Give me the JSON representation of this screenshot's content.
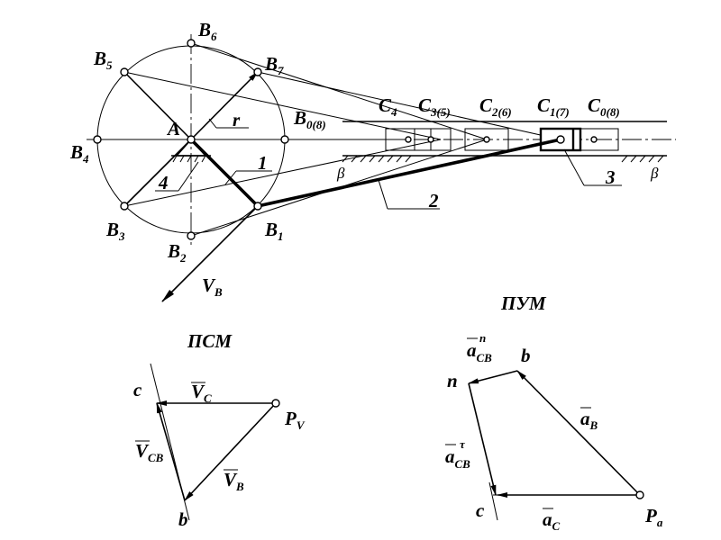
{
  "mechanism": {
    "points_B": [
      {
        "main": "B",
        "sub": "1"
      },
      {
        "main": "B",
        "sub": "2"
      },
      {
        "main": "B",
        "sub": "3"
      },
      {
        "main": "B",
        "sub": "4"
      },
      {
        "main": "B",
        "sub": "5"
      },
      {
        "main": "B",
        "sub": "6"
      },
      {
        "main": "B",
        "sub": "7"
      },
      {
        "main": "B",
        "sub": "0(8)"
      }
    ],
    "points_C": [
      {
        "main": "C",
        "sub": "4"
      },
      {
        "main": "C",
        "sub": "3(5)"
      },
      {
        "main": "C",
        "sub": "2(6)"
      },
      {
        "main": "C",
        "sub": "1(7)"
      },
      {
        "main": "C",
        "sub": "0(8)"
      }
    ],
    "pivot_label": "A",
    "radius_label": "r",
    "link_numbers": [
      "1",
      "2",
      "3",
      "4"
    ],
    "angle_label": "β",
    "velocity": {
      "main": "V",
      "sub": "B"
    }
  },
  "psm": {
    "title": "ПСМ",
    "pole": {
      "main": "P",
      "sub": "V"
    },
    "point_c": "c",
    "point_b": "b",
    "vec_c": {
      "main": "V",
      "sub": "C"
    },
    "vec_cb": {
      "main": "V",
      "sub": "CB"
    },
    "vec_b": {
      "main": "V",
      "sub": "B"
    }
  },
  "pum": {
    "title": "ПУМ",
    "pole": {
      "main": "P",
      "sub": "a"
    },
    "point_b": "b",
    "point_n": "n",
    "point_c": "c",
    "acc_n": {
      "main": "a",
      "sub": "CB",
      "sup": "n"
    },
    "acc_tau": {
      "main": "a",
      "sub": "CB",
      "sup": "τ"
    },
    "acc_b": {
      "main": "a",
      "sub": "B"
    },
    "acc_c": {
      "main": "a",
      "sub": "C"
    }
  }
}
